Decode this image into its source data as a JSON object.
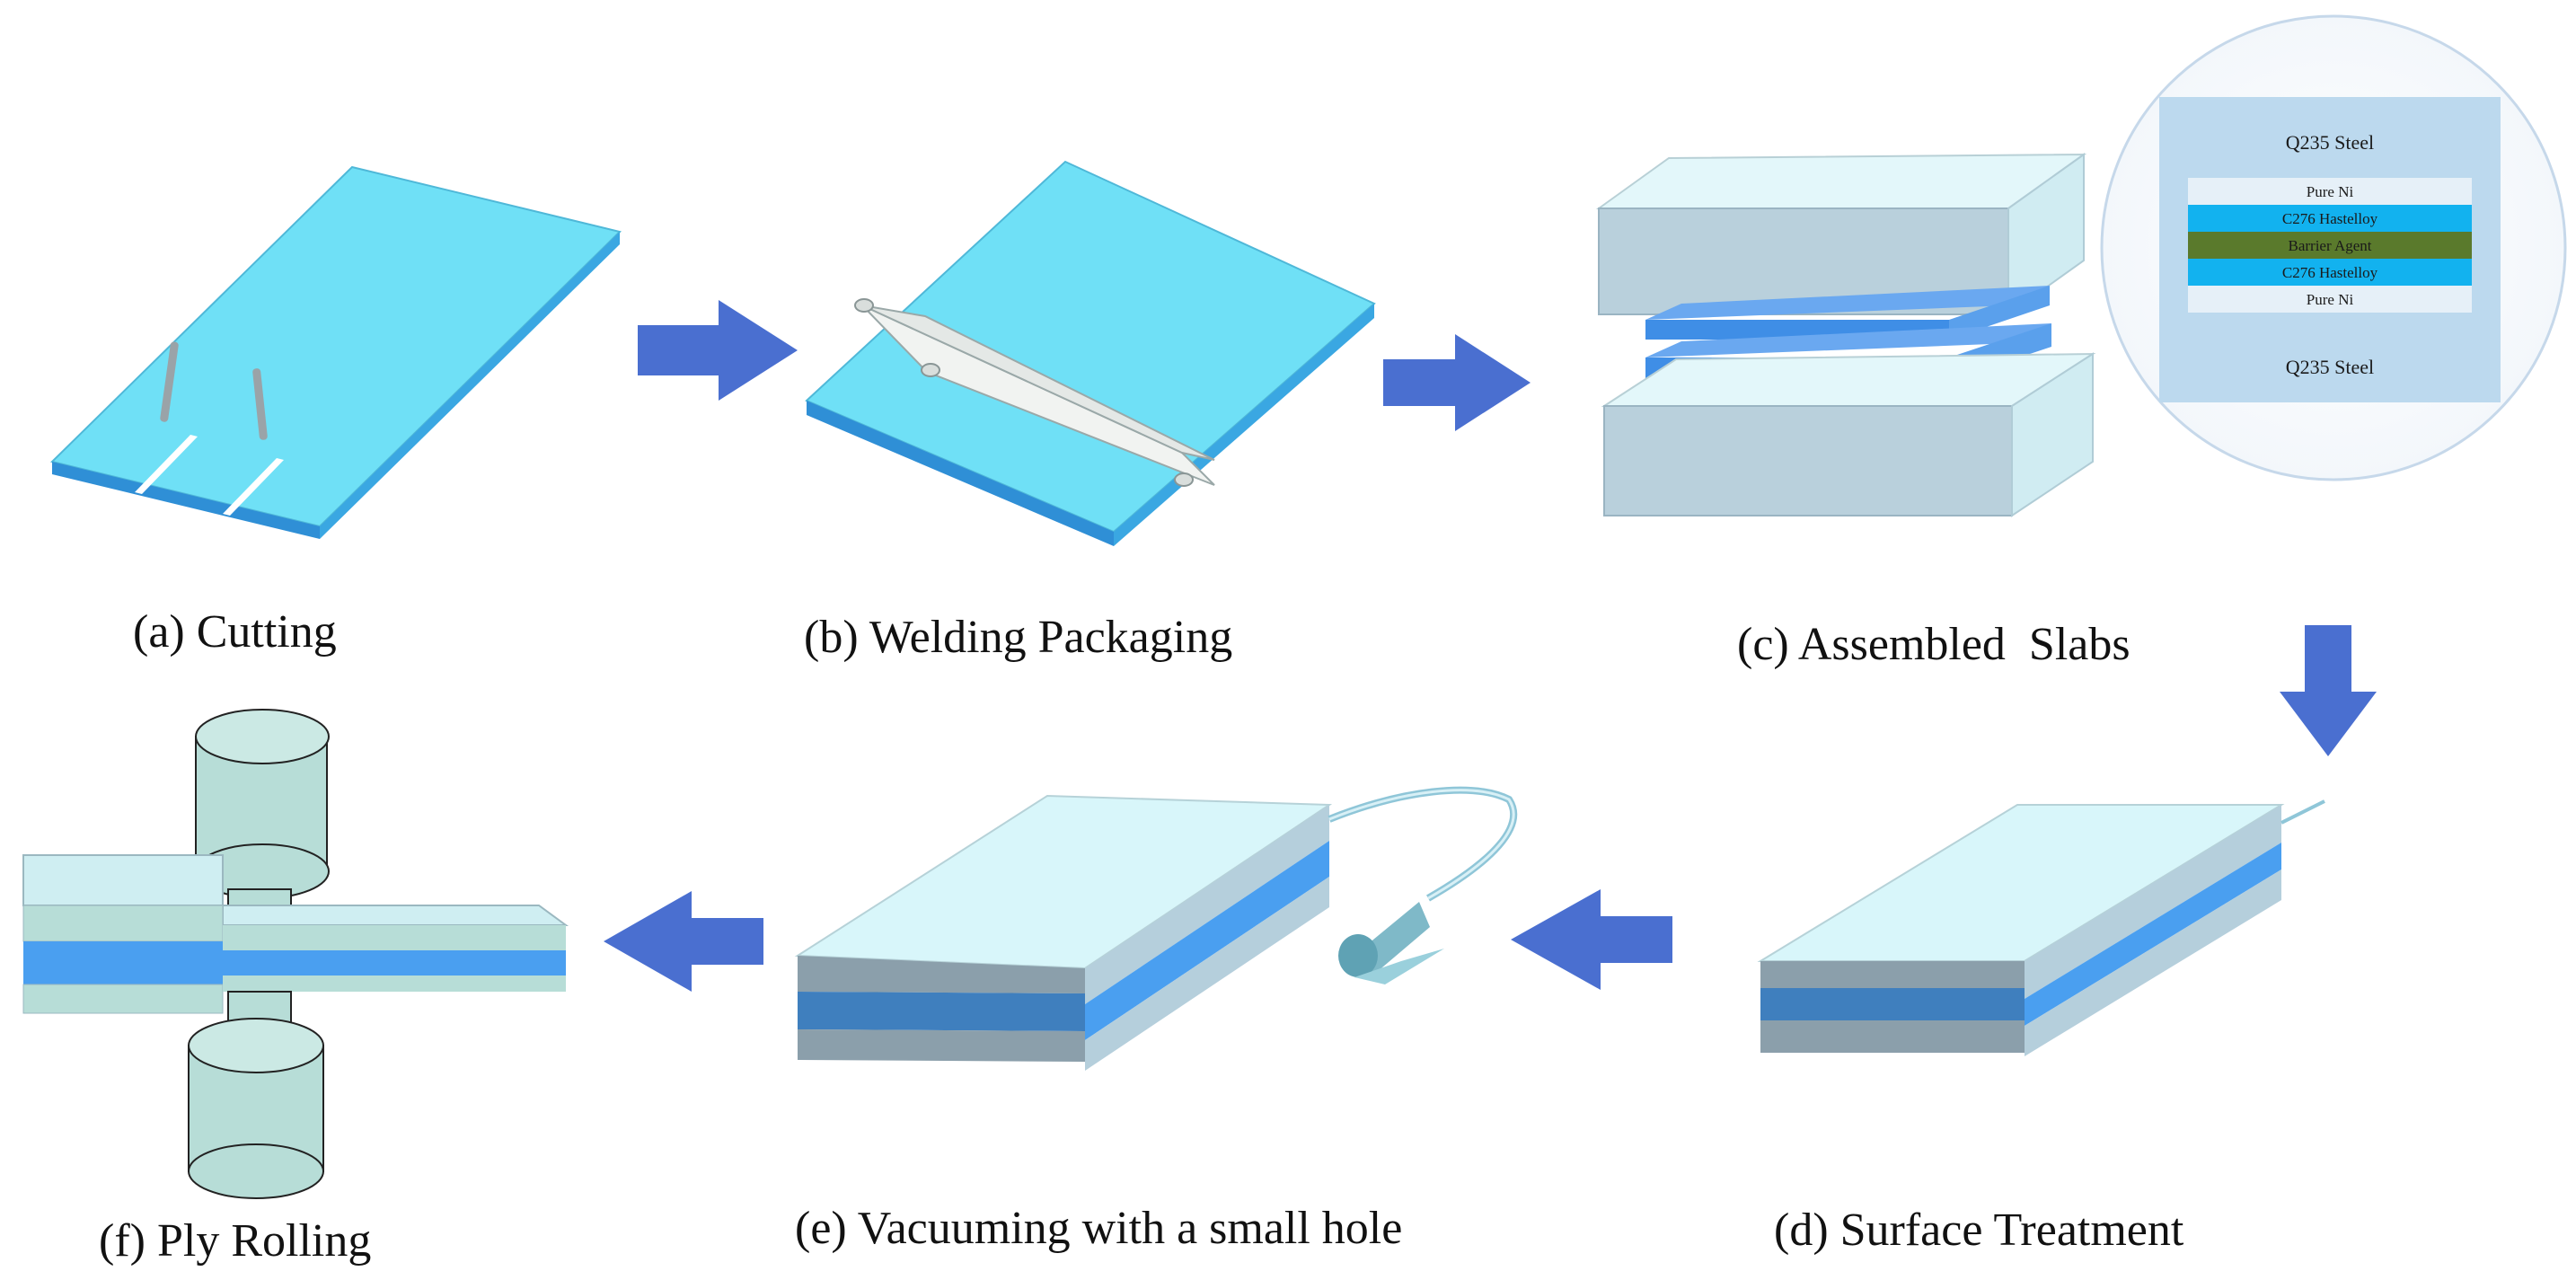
{
  "captions": {
    "a": "(a) Cutting",
    "b": "(b) Welding Packaging",
    "c": "(c) Assembled  Slabs",
    "d": "(d) Surface Treatment",
    "e": "(e) Vacuuming with a small hole",
    "f": "(f) Ply Rolling"
  },
  "inset_layers": {
    "top_steel": "Q235 Steel",
    "layers": [
      "Pure Ni",
      "C276 Hastelloy",
      "Barrier Agent",
      "C276 Hastelloy",
      "Pure Ni"
    ],
    "bottom_steel": "Q235 Steel"
  },
  "colors": {
    "plate_top": "#6fe0f6",
    "plate_side": "#2f8fd6",
    "slab_top": "#d8f6fa",
    "slab_side": "#a9c4d2",
    "core_blue": "#4a9ff0",
    "arrow": "#4a6fd0",
    "roll": "#b7ddd7",
    "inset_bg": "#bcd9ee",
    "ni_layer": "#e6f0f8",
    "hastelloy_layer": "#12b2ef",
    "barrier_layer": "#5a7a2c"
  }
}
